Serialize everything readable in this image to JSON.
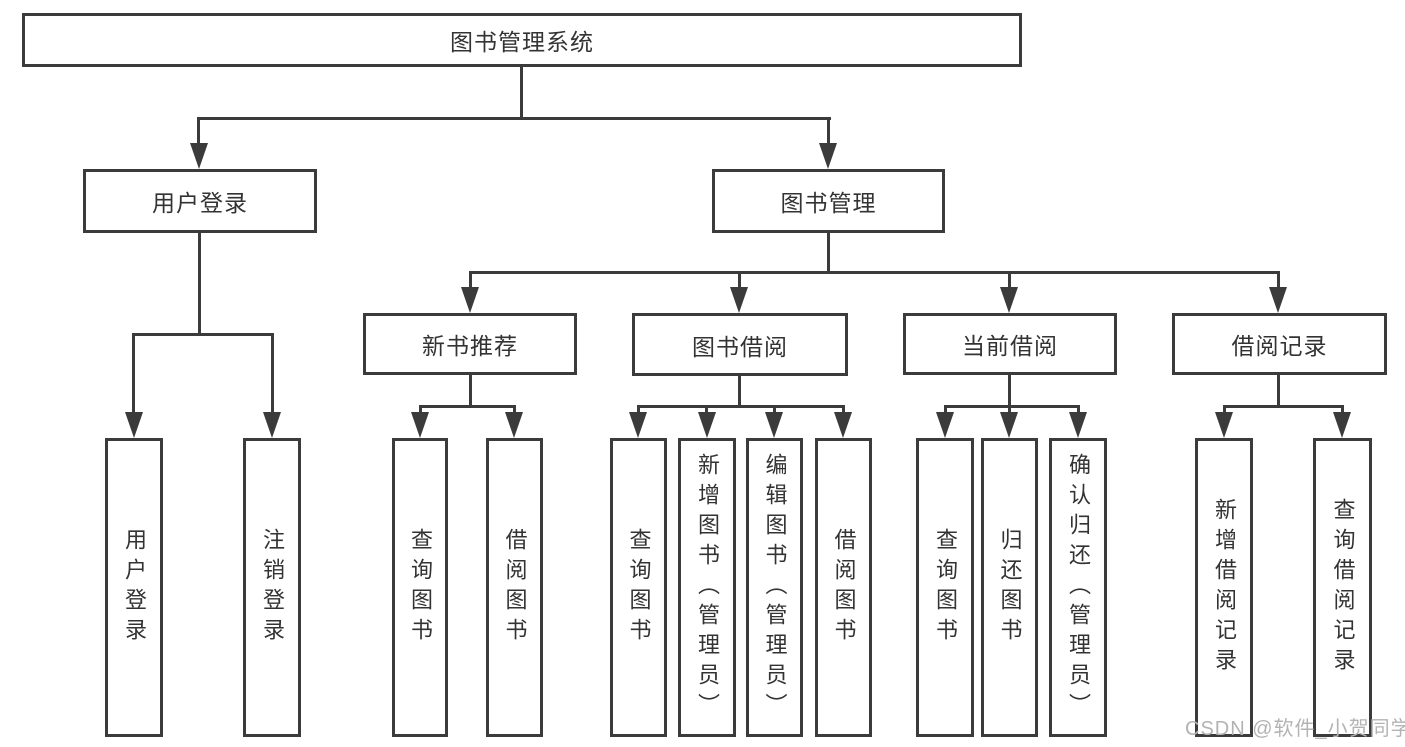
{
  "root": {
    "label": "图书管理系统"
  },
  "branches": [
    {
      "label": "用户登录"
    },
    {
      "label": "图书管理"
    }
  ],
  "modules": [
    {
      "label": "新书推荐"
    },
    {
      "label": "图书借阅"
    },
    {
      "label": "当前借阅"
    },
    {
      "label": "借阅记录"
    }
  ],
  "functions": [
    {
      "label": "用户登录"
    },
    {
      "label": "注销登录"
    },
    {
      "label": "查询图书"
    },
    {
      "label": "借阅图书"
    },
    {
      "label": "查询图书"
    },
    {
      "label": "新增图书（管理员）"
    },
    {
      "label": "编辑图书（管理员）"
    },
    {
      "label": "借阅图书"
    },
    {
      "label": "查询图书"
    },
    {
      "label": "归还图书"
    },
    {
      "label": "确认归还（管理员）"
    },
    {
      "label": "新增借阅记录"
    },
    {
      "label": "查询借阅记录"
    }
  ],
  "watermark": {
    "text": "CSDN @软件_小贺同学"
  },
  "colors": {
    "line": "#3b3b3b",
    "text": "#333333",
    "watermark": "#b3b3b3",
    "background": "#ffffff"
  }
}
